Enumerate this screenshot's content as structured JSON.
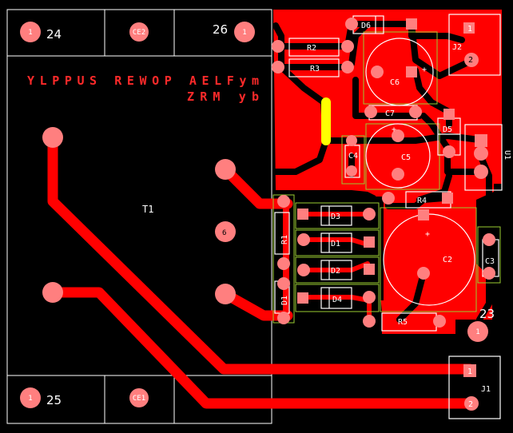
{
  "board": {
    "title_line1": "YLPPUS REWOP AELFym",
    "title_line2": "ZRM yb",
    "colors": {
      "copper": "#ff0000",
      "pad": "#ff7f7f",
      "silk": "#ffffff",
      "jumper": "#ffff00",
      "outline": "#9acd32",
      "background": "#000000"
    }
  },
  "corners": {
    "top_left": "24",
    "top_right": "26",
    "bottom_left": "25",
    "bottom_right": "23"
  },
  "holes": {
    "tl": "1",
    "tr": "1",
    "bl": "1",
    "br": "1",
    "top_mid": "CE2",
    "bottom_mid": "CE1"
  },
  "components": {
    "T1": "T1",
    "T1_pin": "6",
    "R1": "R1",
    "R2": "R2",
    "R3": "R3",
    "R4": "R4",
    "R5": "R5",
    "D1a": "D1",
    "D1b": "D1",
    "D2": "D2",
    "D3": "D3",
    "D4": "D4",
    "D5": "D5",
    "D6": "D6",
    "C2": "C2",
    "C3": "C3",
    "C4": "C4",
    "C5": "C5",
    "C6": "C6",
    "C7": "C7",
    "J1": "J1",
    "J1_pin1": "1",
    "J1_pin2": "2",
    "J2": "J2",
    "J2_pin1": "1",
    "J2_pin2": "2",
    "U1": "U1",
    "plus": "+"
  }
}
